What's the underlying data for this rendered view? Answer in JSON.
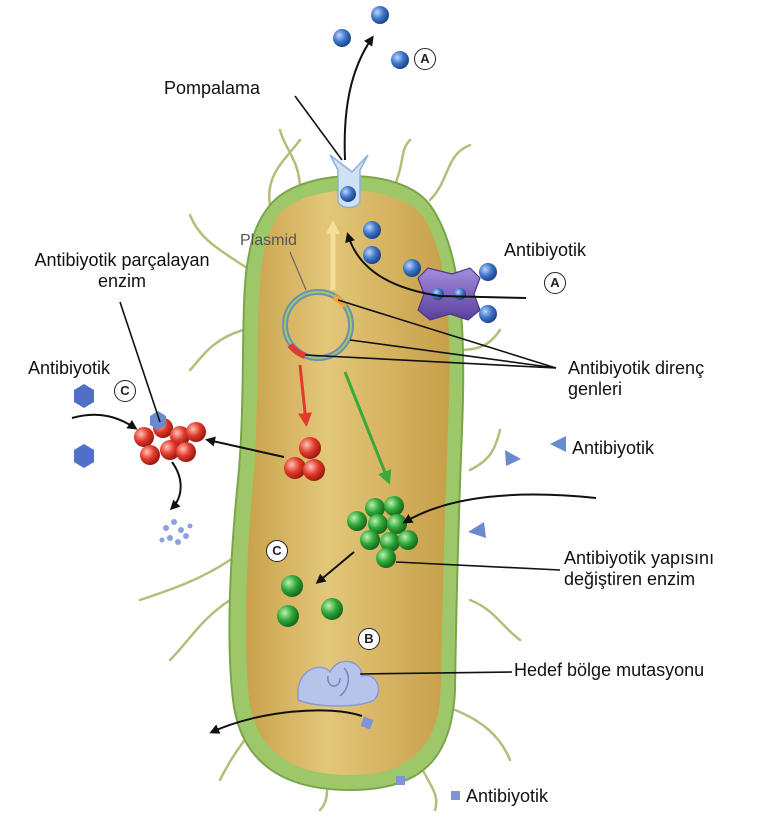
{
  "labels": {
    "pumping": "Pompalama",
    "plasmid": "Plasmid",
    "degrading_enzyme": [
      "Antibiyotik parçalayan",
      "enzim"
    ],
    "antibiotic_left": "Antibiyotik",
    "antibiotic_top_right": "Antibiyotik",
    "antibiotic_mid_right": "Antibiyotik",
    "antibiotic_bottom": "Antibiyotik",
    "resistance_genes": [
      "Antibiyotik direnç",
      "genleri"
    ],
    "modifying_enzyme": [
      "Antibiyotik yapısını",
      "değiştiren enzim"
    ],
    "target_mutation": "Hedef bölge mutasyonu"
  },
  "markers": {
    "a_top": "A",
    "a_right": "A",
    "b": "B",
    "c_left": "C",
    "c_inner": "C"
  },
  "colors": {
    "membrane": "#9cc86a",
    "cytoplasm": "#d9b864",
    "antibiotic_sphere": "#3f76c9",
    "degrading_enzyme": "#e23a2c",
    "modifying_enzyme": "#2fa83a",
    "pump": "#7b63b8",
    "arrow_red": "#e23a2c",
    "arrow_green": "#3aa83a"
  }
}
